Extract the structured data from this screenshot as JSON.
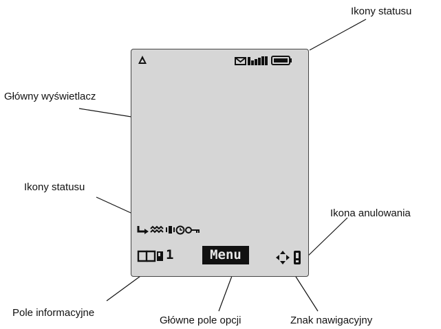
{
  "callouts": {
    "status_icons_top": "Ikony statusu",
    "main_display": "Główny wyświetlacz",
    "status_icons_bottom": "Ikony statusu",
    "cancel_icon": "Ikona anulowania",
    "info_field": "Pole informacyjne",
    "main_option_field": "Główne pole opcji",
    "navigation_sign": "Znak nawigacyjny"
  },
  "screen": {
    "menu_label": "Menu",
    "line_number": "1",
    "icons_top_left": [
      "antenna-icon"
    ],
    "icons_top_right": [
      "envelope-icon",
      "signal-strength-icon",
      "battery-icon"
    ],
    "icons_status_row": [
      "call-forward-icon",
      "ringer-wave-icon",
      "vibrate-icon",
      "alarm-clock-icon",
      "key-lock-icon"
    ],
    "icons_bottom": [
      "phonebook-icon",
      "navigation-arrows-icon",
      "cancel-icon"
    ]
  },
  "colors": {
    "screen_background": "#d6d6d6",
    "ink": "#111111"
  }
}
